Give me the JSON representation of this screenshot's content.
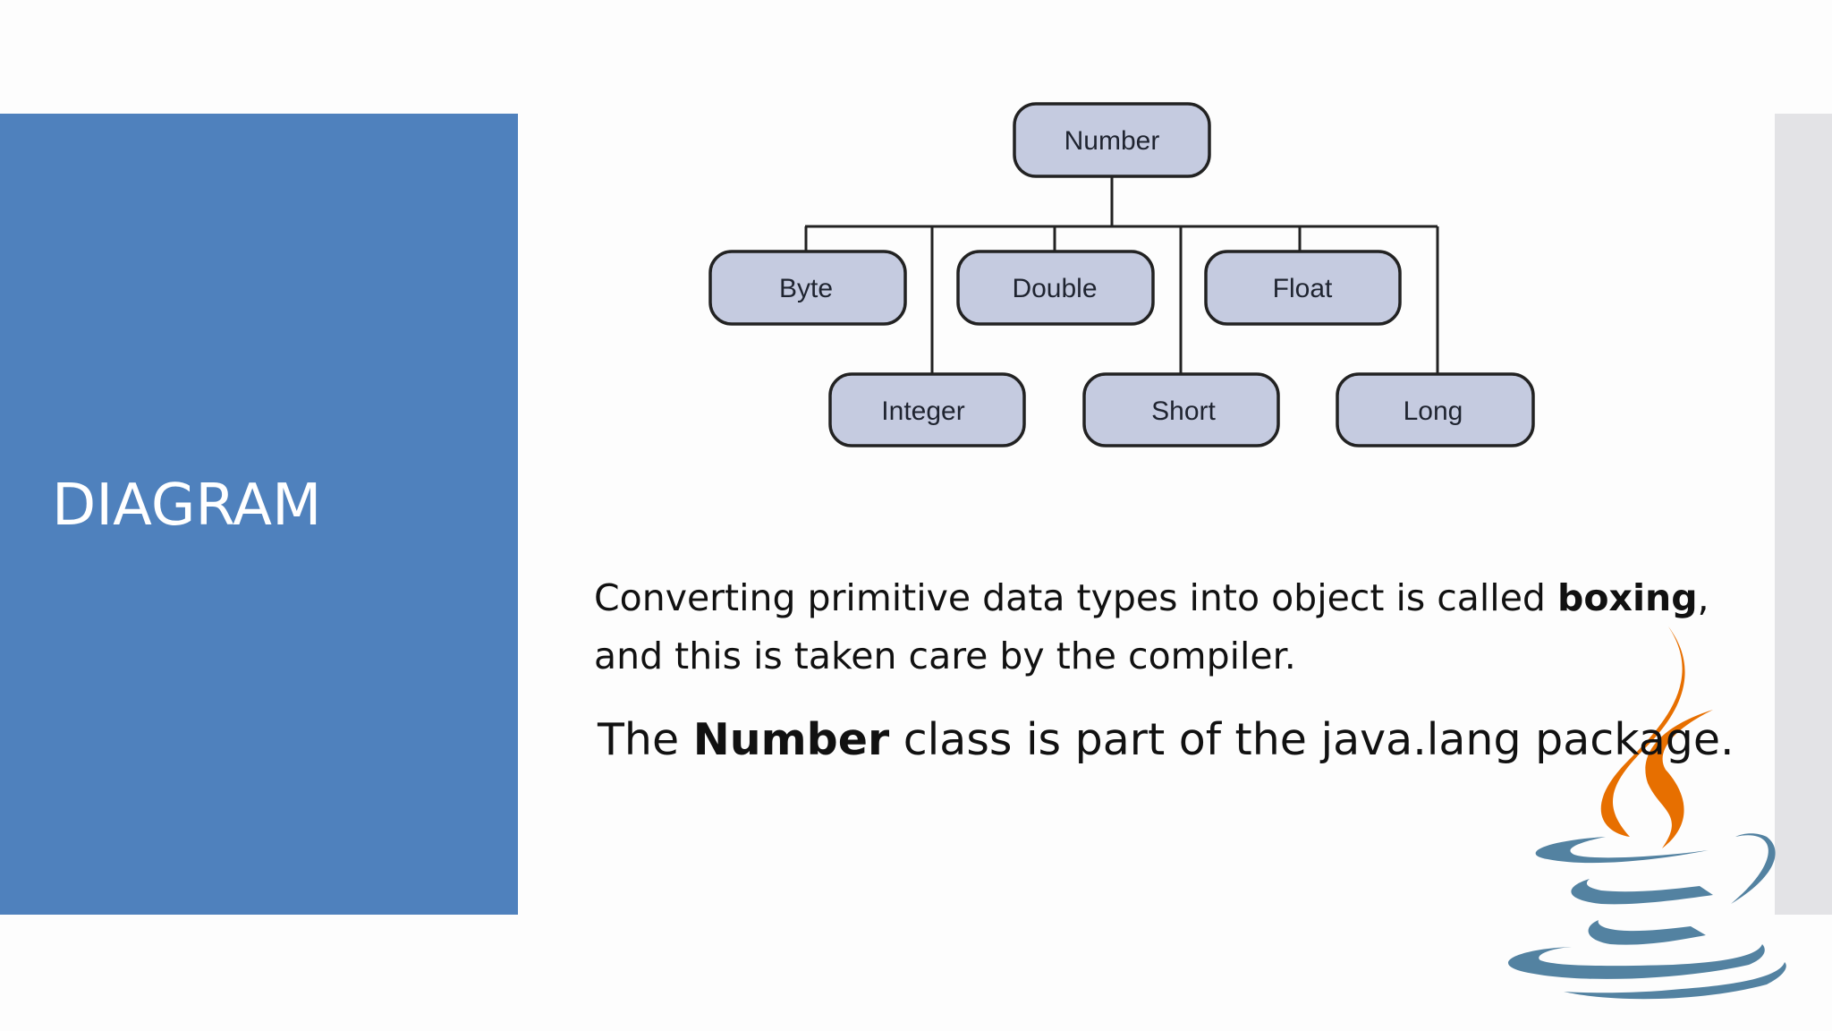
{
  "slide": {
    "title": "DIAGRAM",
    "diagram": {
      "root": "Number",
      "children": [
        "Byte",
        "Double",
        "Float",
        "Integer",
        "Short",
        "Long"
      ]
    },
    "paragraph1": {
      "before": "Converting primitive data types into object is called ",
      "bold": "boxing",
      "after": ", and this is taken care by the compiler."
    },
    "paragraph2": {
      "before": "The ",
      "bold": "Number",
      "after": " class is part of the java.lang package."
    },
    "logo": "java-logo",
    "colors": {
      "panel": "#4f81bd",
      "node_fill": "#c5cbe0",
      "logo_flame": "#e76f00",
      "logo_cup": "#5382a1"
    }
  }
}
